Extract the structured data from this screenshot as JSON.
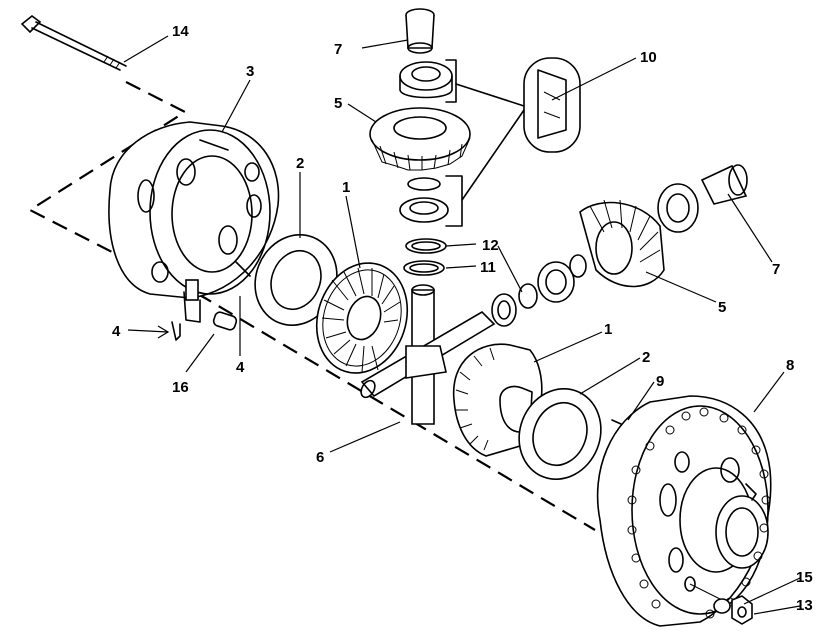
{
  "diagram": {
    "parts": [
      {
        "id": "bolt",
        "label": "14"
      },
      {
        "id": "case-half-left",
        "label": "3"
      },
      {
        "id": "thrust-washer-left",
        "label": "2"
      },
      {
        "id": "side-gear-left",
        "label": "1"
      },
      {
        "id": "lock-pin-upper",
        "label": "4"
      },
      {
        "id": "lock-pin-lower",
        "label": "4"
      },
      {
        "id": "pin-16",
        "label": "16"
      },
      {
        "id": "cross-shaft",
        "label": "6"
      },
      {
        "id": "bearing-cone-top",
        "label": "7"
      },
      {
        "id": "pinion-top",
        "label": "5"
      },
      {
        "id": "detail-10",
        "label": "10"
      },
      {
        "id": "washer-12",
        "label": "12"
      },
      {
        "id": "washer-11",
        "label": "11"
      },
      {
        "id": "pinion-right",
        "label": "5"
      },
      {
        "id": "bearing-cone-right",
        "label": "7"
      },
      {
        "id": "side-gear-right",
        "label": "1"
      },
      {
        "id": "thrust-washer-right",
        "label": "2"
      },
      {
        "id": "pin-9",
        "label": "9"
      },
      {
        "id": "case-half-right",
        "label": "8"
      },
      {
        "id": "washer-15",
        "label": "15"
      },
      {
        "id": "nut-13",
        "label": "13"
      }
    ]
  }
}
